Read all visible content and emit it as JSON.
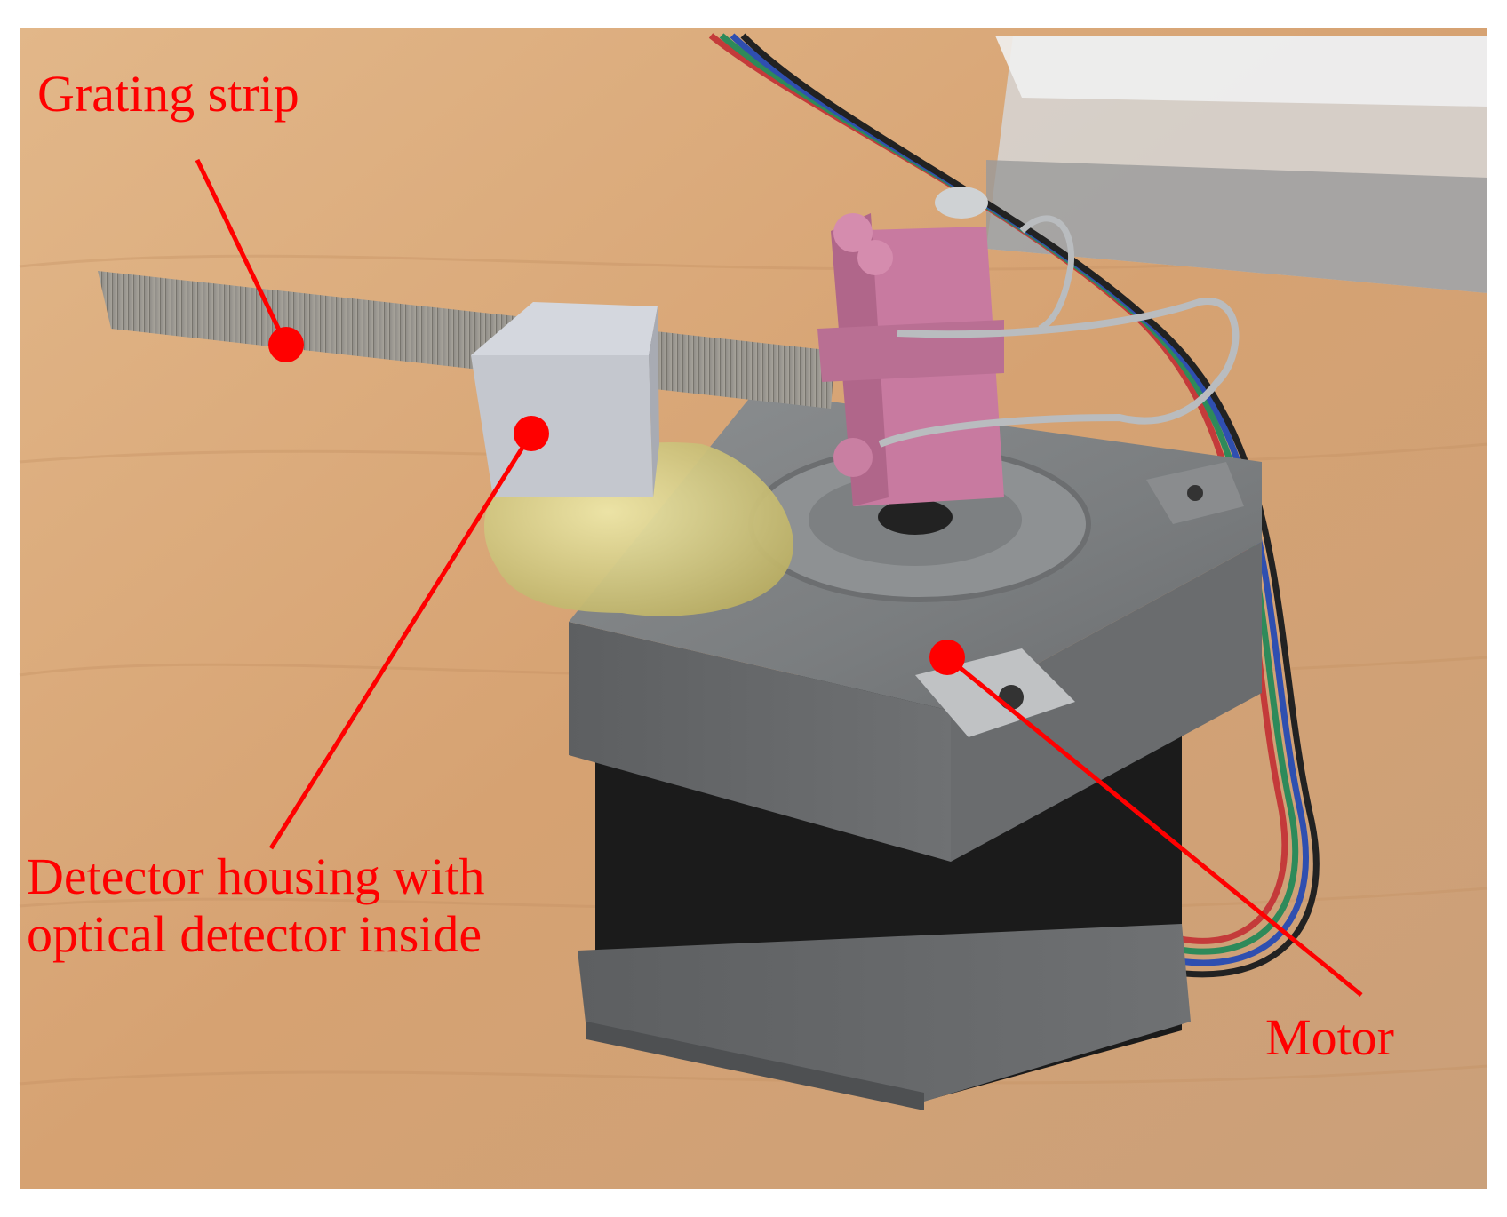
{
  "labels": {
    "grating_strip": "Grating strip",
    "detector_line1": "Detector housing with",
    "detector_line2": "optical detector inside",
    "motor": "Motor"
  },
  "colors": {
    "annotation": "#ff0000",
    "table_wood": "#d9a877",
    "motor_metal": "#7c7f80",
    "motor_body": "#1c1c1c",
    "clip_pink": "#cc7aa0",
    "detector_gray": "#c4c7ce",
    "glue_yellow": "#d6cf8a"
  }
}
